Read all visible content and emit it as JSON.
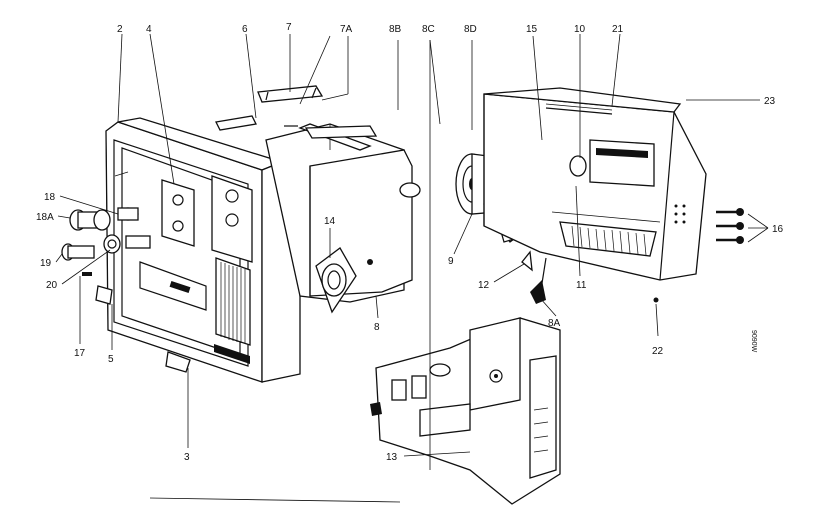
{
  "labels": {
    "l2": "2",
    "l4": "4",
    "l6": "6",
    "l7": "7",
    "l7a": "7A",
    "l8b": "8B",
    "l8c": "8C",
    "l8d": "8D",
    "l15": "15",
    "l10": "10",
    "l21": "21",
    "l23": "23",
    "l18": "18",
    "l18a": "18A",
    "l19": "19",
    "l20": "20",
    "l17": "17",
    "l5": "5",
    "l3": "3",
    "l14": "14",
    "l8": "8",
    "l9": "9",
    "l12": "12",
    "l11": "11",
    "l8a": "8A",
    "l16": "16",
    "l22": "22",
    "l13": "13"
  },
  "margin_code": "9090W"
}
